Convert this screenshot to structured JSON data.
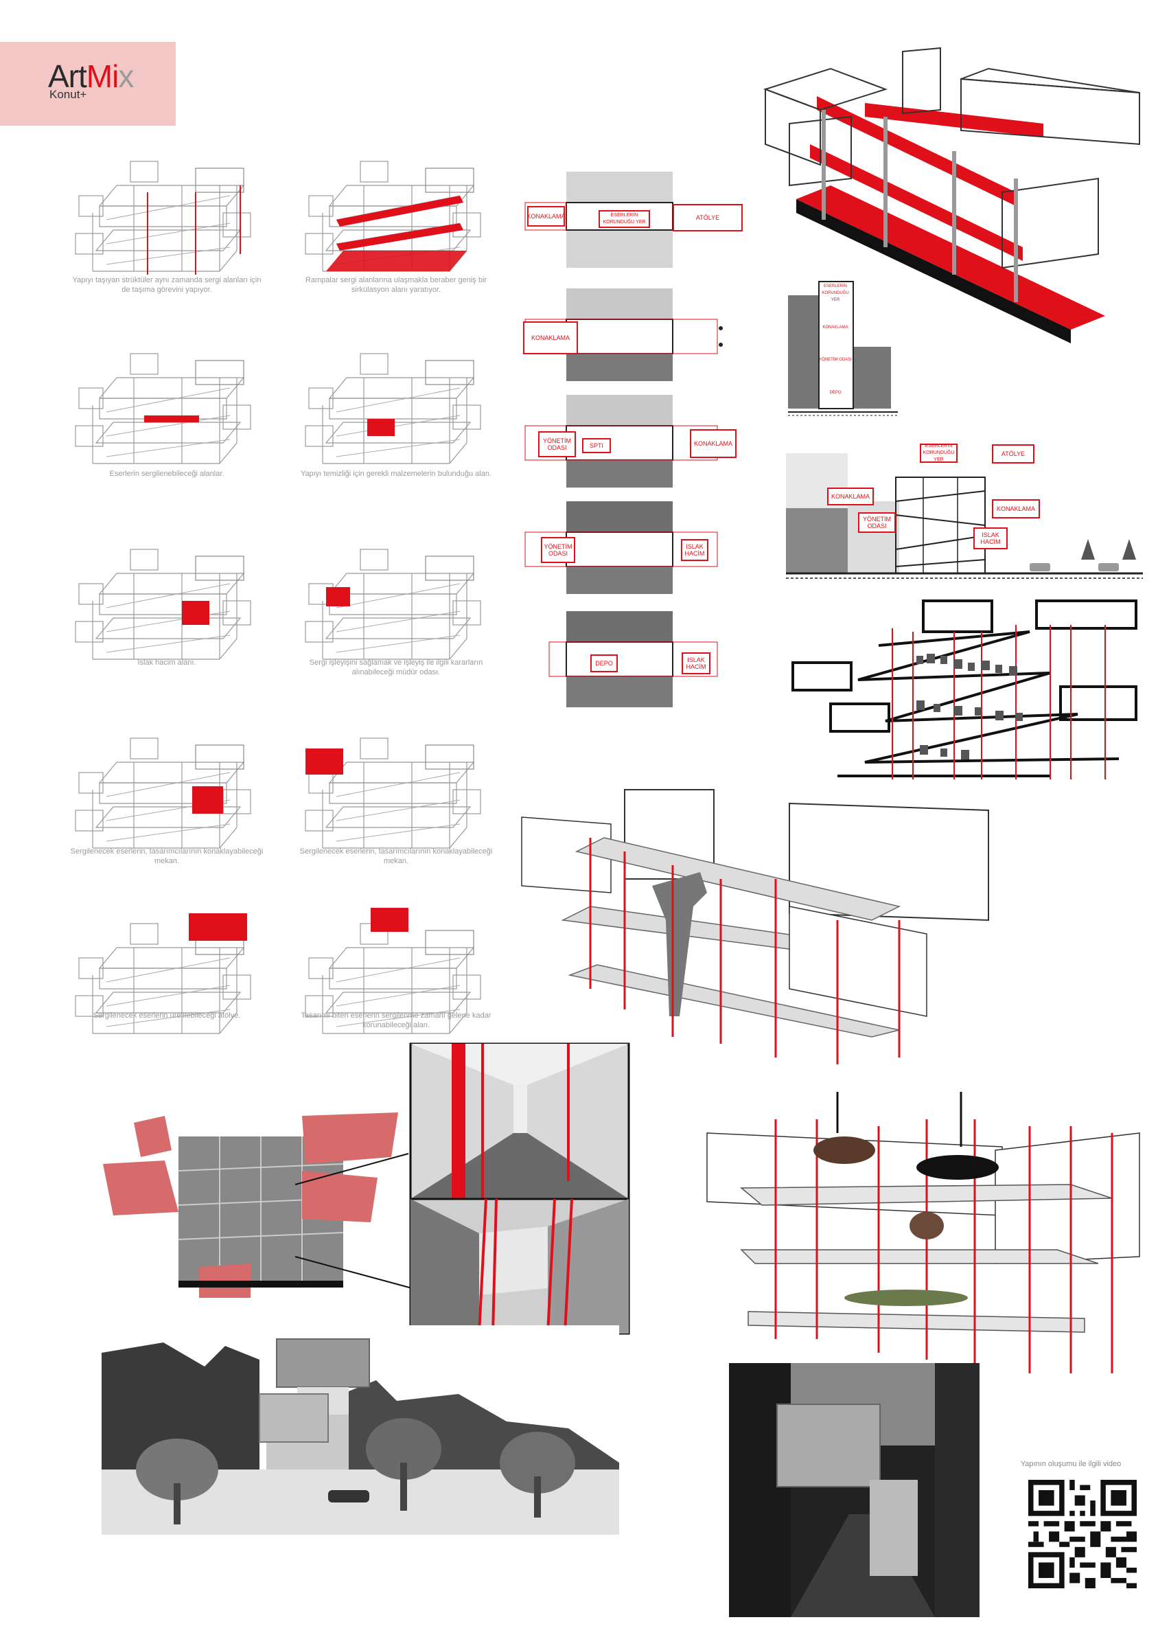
{
  "logo": {
    "art": "Art",
    "mi": "Mi",
    "x": "x",
    "sub": "Konut+",
    "accent": "#e0101a",
    "background": "#f4c7c7"
  },
  "diagram_captions": [
    "Yapıyı taşıyan strüktüler aynı zamanda sergi alanları için de taşıma görevini yapıyor.",
    "Rampalar sergi alanlarına ulaşmakla beraber geniş bir sirkülasyon alanı yaratıyor.",
    "Eserlerin sergilenebileceği alanlar.",
    "Yapıyı temizliği için gerekli malzemelerin bulunduğu alan.",
    "Islak hacim alanı.",
    "Sergi işleyişini sağlamak ve işleyiş ile ilgili kararların alınabileceği müdür odası.",
    "Sergilenecek eserlerin, tasarımcılarının konaklayabileceği mekan.",
    "Sergilenecek eserlerin, tasarımcılarının konaklayabileceği mekan.",
    "Sergilenecek eserlerin üretilebileceği atölye.",
    "Tasarımı biten eserlerin sergilenme zamanı gelene kadar korunabileceği alan."
  ],
  "plan_labels": {
    "p1_left": "KONAKLAMA",
    "p1_mid": "ESERLERİN KORUNDUĞU YER",
    "p1_right": "ATÖLYE",
    "p2_left": "KONAKLAMA",
    "p3_left": "YÖNETİM ODASI",
    "p3_mid": "SPTI",
    "p3_right": "KONAKLAMA",
    "p4_left": "YÖNETİM ODASI",
    "p4_right": "ISLAK HACİM",
    "p5_left": "DEPO",
    "p5_right": "ISLAK HACİM"
  },
  "section_small_labels": [
    "ESERLERİN KORUNDUĞU YER",
    "KONAKLAMA",
    "YÖNETİM ODASI",
    "DEPO"
  ],
  "section_labels": {
    "korunan": "ESERLERİN KORUNDUĞU YER",
    "atolye": "ATÖLYE",
    "konaklama_left": "KONAKLAMA",
    "yonetim": "YÖNETİM ODASI",
    "konaklama_right": "KONAKLAMA",
    "islak": "ISLAK HACİM"
  },
  "qr_caption": "Yapının oluşumu ile ilgili video"
}
